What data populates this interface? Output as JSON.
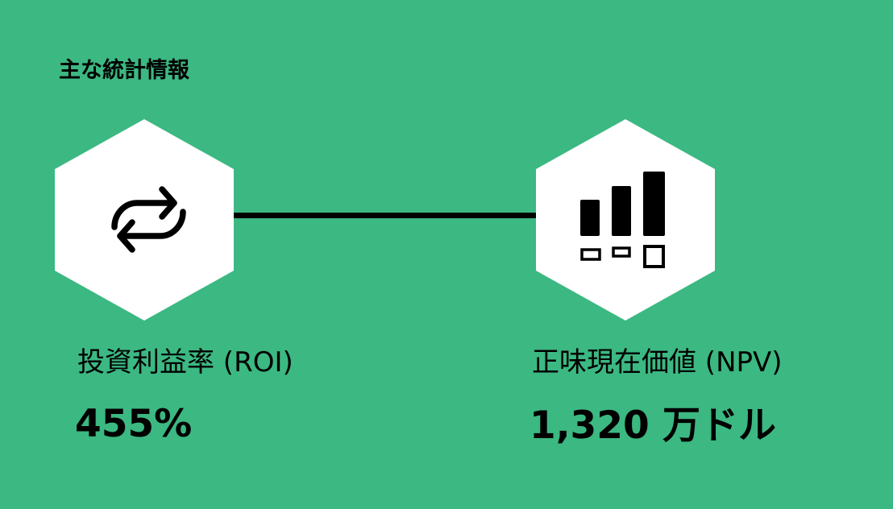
{
  "heading": "主な統計情報",
  "colors": {
    "background": "#3cb882",
    "hexagon": "#ffffff",
    "foreground": "#000000"
  },
  "metrics": [
    {
      "icon": "repeat-arrows-icon",
      "label": "投資利益率 (ROI)",
      "value": "455%"
    },
    {
      "icon": "bar-chart-icon",
      "label": "正味現在価値 (NPV)",
      "value": "1,320 万ドル"
    }
  ]
}
